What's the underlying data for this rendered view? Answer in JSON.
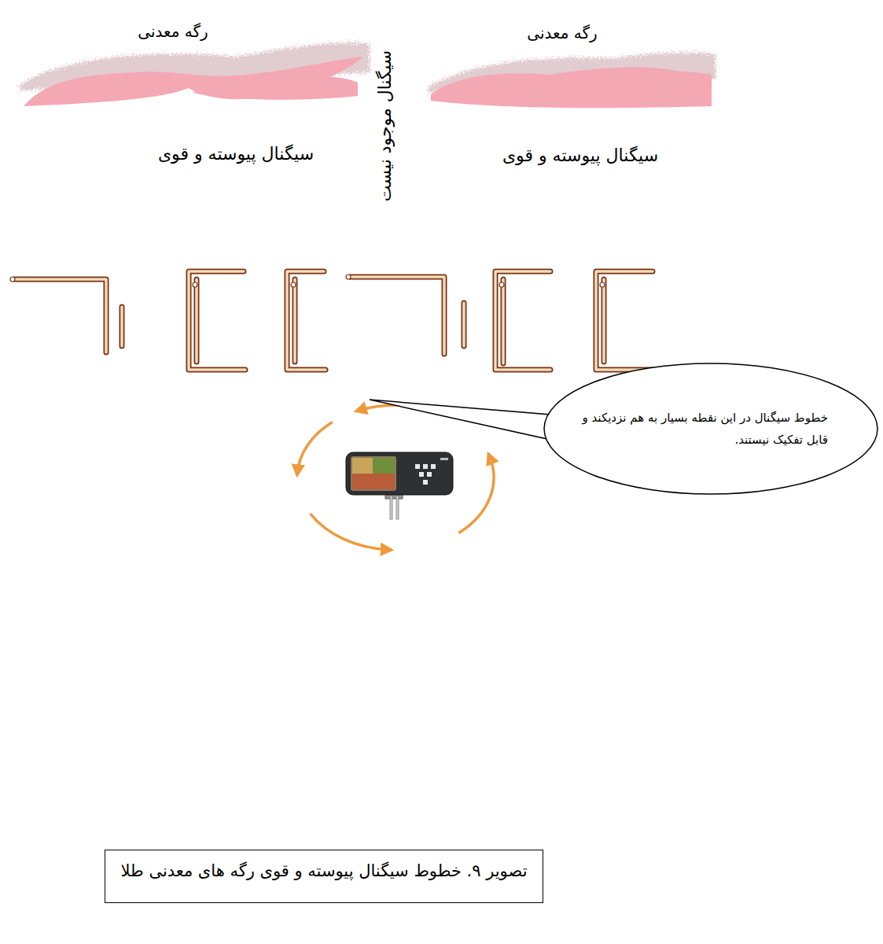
{
  "diagram": {
    "caption": "تصویر ۹. خطوط سیگنال پیوسته و قوی رگه های معدنی طلا",
    "nodes": [
      {
        "text": [
          "رگه معدنی"
        ]
      },
      {
        "text": [
          "رگه معدنی"
        ]
      },
      {
        "text": [
          "سیگنال پیوسته و قوی"
        ]
      },
      {
        "text": [
          "سیگنال پیوسته و قوی"
        ]
      },
      {
        "text": [
          "خطوط سیگنال در این نقطه بسیار به هم نزدیکند و قابل تفکیک نیستند."
        ]
      }
    ],
    "labels": [
      "سیگنال موجود نیست"
    ]
  }
}
